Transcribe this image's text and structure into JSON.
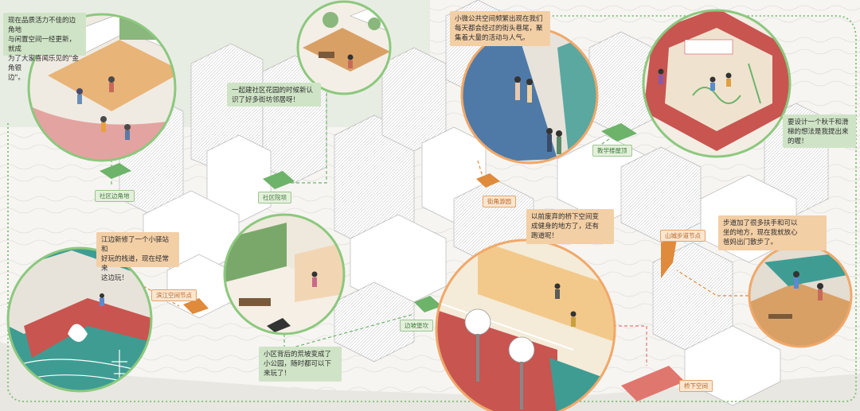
{
  "colors": {
    "green_route": "#6db36a",
    "orange_route": "#e08a3c",
    "green_note": "#cfe4c6",
    "orange_note": "#f3cfa6",
    "teal": "#3f9c93",
    "red_track": "#c85550",
    "wood": "#d9a066"
  },
  "labels": {
    "community_corner": "社区边角地",
    "community_garden": "社区院坝",
    "school_roof": "教学楼屋顶",
    "street_square": "街角游园",
    "riverside_node": "滨江空间节点",
    "slope_park": "边坡堡坎",
    "mountain_trail_node": "山城步道节点",
    "under_bridge": "桥下空间"
  },
  "notes": {
    "corner": "现在品质活力不佳的边角地\n与闲置空间一经更新，就成\n为了大家喜闻乐见的\"金角银\n边\"。",
    "garden": "一起建社区花园的时候新认\n识了好多街坊邻居呀！",
    "street": "小微公共空间频繁出现在我们\n每天都会经过的街头巷尾，聚\n集着大量的活动与人气。",
    "roof": "要设计一个秋千和滑\n梯的想法是我提出来\n的喔！",
    "bridge": "以前废弃的桥下空间变\n成健身的地方了，还有\n跑道呢！",
    "trail": "步道加了很多扶手和可以\n坐的地方，现在我就放心\n爸妈出门散步了。",
    "riverside": "江边新修了一个小驿站和\n好玩的栈道，现在经常来\n这边玩！",
    "slope": "小区背后的荒坡变成了\n小公园，随时都可以下\n来玩了！"
  }
}
